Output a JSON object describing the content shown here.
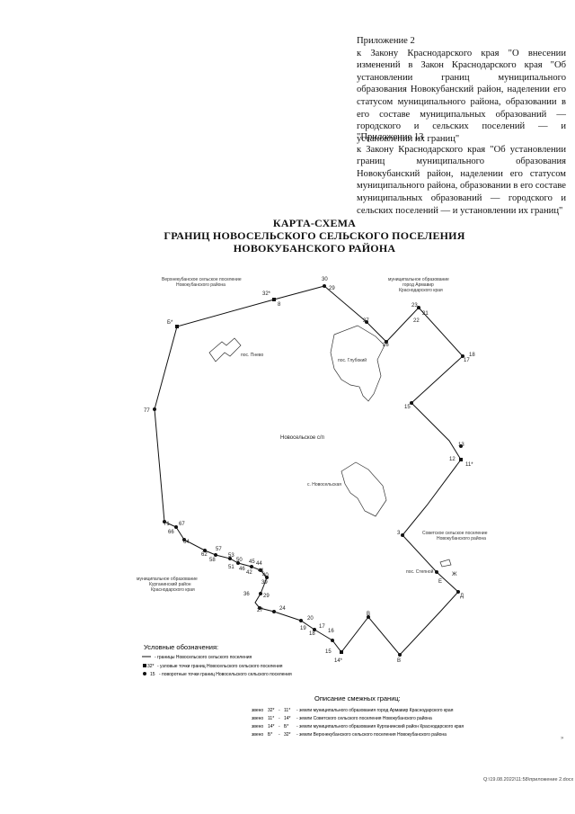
{
  "appendix_2": {
    "heading": "Приложение 2",
    "text": "к Закону Краснодарского края \"О внесении изменений в Закон Краснодарского края \"Об установлении границ муниципального образования Новокубанский район, наделении его статусом муниципального района, образовании в его составе муниципальных образований — городского и сельских поселений — и установлении их границ\""
  },
  "appendix_13": {
    "heading": "\"Приложение 13",
    "text": "к Закону Краснодарского края \"Об установлении границ муниципального образования Новокубанский район, наделении его статусом муниципального района, образовании в его составе муниципальных образований — городского и сельских поселений — и установлении их границ\""
  },
  "title": {
    "line1": "КАРТА-СХЕМА",
    "line2": "ГРАНИЦ НОВОСЕЛЬСКОГО СЕЛЬСКОГО ПОСЕЛЕНИЯ",
    "line3": "НОВОКУБАНСКОГО РАЙОНА"
  },
  "map": {
    "center_label": "Новосельское с/п",
    "settlements": {
      "pnevo": "пос. Пнево",
      "glubokiy": "пос. Глубокий",
      "novoselskaya": "с. Новосельская",
      "stepnoy": "пос. Степной"
    },
    "neighbors": {
      "top_left": [
        "Верхнекубанское сельское поселение",
        "Новокубанского района"
      ],
      "top_right": [
        "муниципальное образование",
        "город Армавир",
        "Краснодарского края"
      ],
      "bottom_left": [
        "муниципальное образование",
        "Курганинский район",
        "Краснодарского края"
      ],
      "right": [
        "Советское сельское поселение",
        "Новокубанского района"
      ]
    },
    "points": {
      "p30": "30",
      "p29": "29",
      "p32": "32*",
      "p8a": "8",
      "pB": "Б*",
      "p77": "77",
      "p71": "71",
      "p67": "67",
      "p66": "66",
      "p64": "64",
      "p62": "62",
      "p58": "58",
      "p57": "57",
      "p53": "53",
      "p51": "51",
      "p50": "50",
      "p46": "46",
      "p45": "45",
      "p44": "44",
      "p42": "42",
      "p41": "41",
      "p40": "40",
      "p39": "39",
      "p36": "36",
      "p29b": "29",
      "p27": "27",
      "p24": "24",
      "p20": "20",
      "p19": "19",
      "p18": "18",
      "p17": "17",
      "p16": "16",
      "p15": "15",
      "p14": "14*",
      "pV": "В",
      "pV2": "В",
      "pD": "Д",
      "pE": "Е",
      "pZh": "Ж",
      "p3": "3",
      "p12": "12",
      "p11": "11*",
      "p13": "13",
      "p15b": "15",
      "p17b": "17",
      "p18b": "18",
      "p22": "22",
      "p23": "23",
      "p21": "21",
      "p26": "26",
      "p27b": "27"
    }
  },
  "legend": {
    "title": "Условные обозначения:",
    "items": [
      "- границы Новосельского сельского поселения",
      "- узловые точки границ Новосельского сельского поселения",
      "- поворотные точки границ Новосельского сельского поселения"
    ],
    "symbols": {
      "node": "32*",
      "turn": "15"
    }
  },
  "description": {
    "title": "Описание смежных границ:",
    "rows": [
      {
        "label": "звено",
        "from": "32*",
        "to": "11*",
        "text": "- земли муниципального образования город Армавир Краснодарского края"
      },
      {
        "label": "звено",
        "from": "11*",
        "to": "14*",
        "text": "- земли Советского сельского поселения Новокубанского района"
      },
      {
        "label": "звено",
        "from": "14*",
        "to": "Б*",
        "text": "- земли муниципального образования Курганинский район Краснодарского края"
      },
      {
        "label": "звено",
        "from": "Б*",
        "to": "32*",
        "text": "- земли Верхнекубанского сельского поселения Новокубанского района"
      }
    ]
  },
  "footer": "Q:\\19.08.2022\\11:58\\приложение 2.docx",
  "corner_mark": "»"
}
